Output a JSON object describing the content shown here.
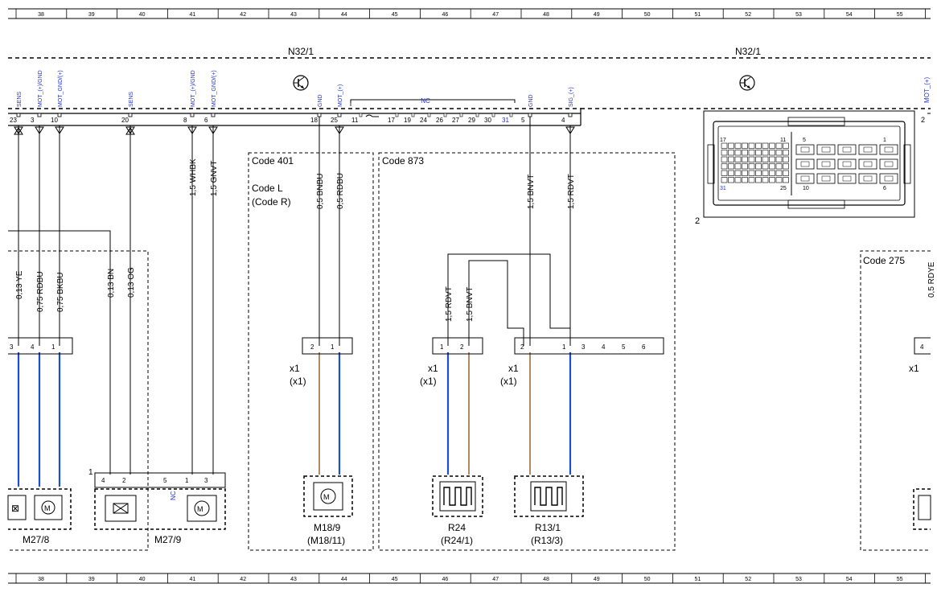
{
  "grid": [
    "38",
    "39",
    "40",
    "41",
    "42",
    "43",
    "44",
    "45",
    "46",
    "47",
    "48",
    "49",
    "50",
    "51",
    "52",
    "53",
    "54",
    "55"
  ],
  "modules": {
    "left": "N32/1",
    "right": "N32/1"
  },
  "pins": [
    {
      "sig": "SENS",
      "num": "23"
    },
    {
      "sig": "MOT_(+)/GND",
      "num": "3"
    },
    {
      "sig": "MOT_GND/(+)",
      "num": "10"
    },
    {
      "sig": "SENS",
      "num": "20"
    },
    {
      "sig": "MOT_(+)/GND",
      "num": "8"
    },
    {
      "sig": "MOT_GND/(+)",
      "num": "6"
    },
    {
      "sig": "GND",
      "num": "18"
    },
    {
      "sig": "MOT_(+)",
      "num": "25"
    },
    {
      "sig": "GND",
      "num": "5"
    },
    {
      "sig": "SIG_(+)",
      "num": "4"
    }
  ],
  "nc_label": "NC",
  "nc_pins": [
    "11",
    "17",
    "19",
    "24",
    "26",
    "27",
    "29",
    "30",
    "31"
  ],
  "right_pin": {
    "sig": "MOT_(+)",
    "num": "2"
  },
  "codes": {
    "c401": "Code 401",
    "cL": "Code L",
    "cR": "(Code R)",
    "c873": "Code 873",
    "c275": "Code 275"
  },
  "wires": [
    "0,13 YE",
    "0,75 RDBU",
    "0,75 BKBU",
    "0,13 BN",
    "0,13 OG",
    "1,5 WHBK",
    "1,5 GNVT",
    "0,5 BNBU",
    "0,5 RDBU",
    "1,5 BNVT",
    "1,5 RDVT",
    "1,5 RDVT",
    "1,5 BNVT",
    "0,5 RDYE"
  ],
  "connector_pins": {
    "left": [
      "3",
      "4",
      "1"
    ],
    "m18": [
      "2",
      "1"
    ],
    "r24": [
      "1",
      "2"
    ],
    "r13": [
      "2",
      "1",
      "3",
      "4",
      "5",
      "6"
    ],
    "m27_9": [
      "4",
      "2",
      "5",
      "1",
      "3"
    ],
    "right": [
      "4"
    ]
  },
  "connector_labels": {
    "x1": "x1",
    "x1p": "(x1)",
    "one": "1",
    "two": "2"
  },
  "components": {
    "m27_8": "M27/8",
    "m27_9": "M27/9",
    "m18_a": "M18/9",
    "m18_b": "(M18/11)",
    "r24_a": "R24",
    "r24_b": "(R24/1)",
    "r13_a": "R13/1",
    "r13_b": "(R13/3)"
  },
  "plug_numbers": [
    "17",
    "11",
    "5",
    "1",
    "31",
    "25",
    "10",
    "6"
  ],
  "colors": {
    "blue": "#1a4fd0",
    "brown": "#b08a60",
    "label_blue": "#2233cc"
  }
}
